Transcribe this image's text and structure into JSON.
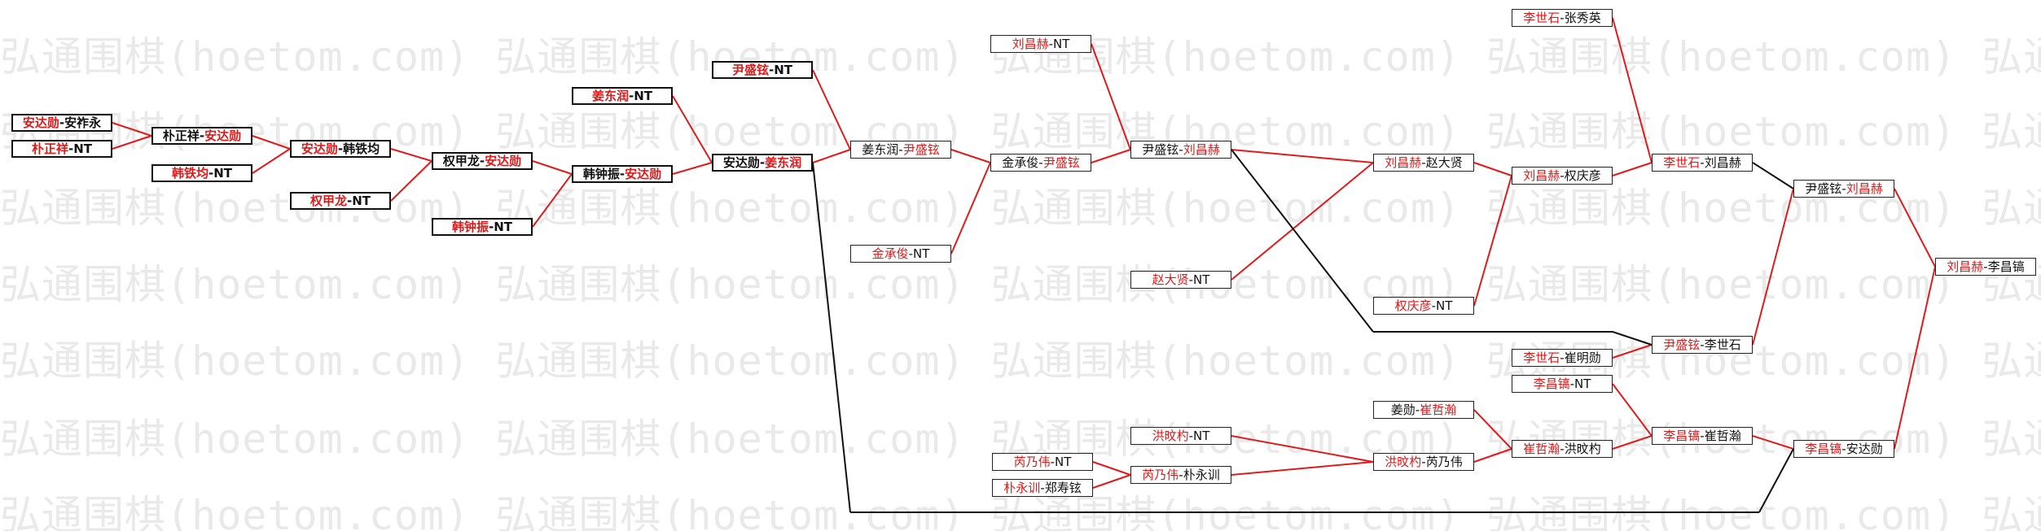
{
  "colors": {
    "winner": "#dd1a1a",
    "line_win": "#e01b1b",
    "line_other": "#111111"
  },
  "watermark": {
    "text": "弘通围棋(hoetom.com)"
  },
  "matches": [
    {
      "id": "n1",
      "a": "安达勋",
      "b": "安祚永",
      "w": "a"
    },
    {
      "id": "n2",
      "a": "朴正祥",
      "b": "NT",
      "w": "a"
    },
    {
      "id": "n3",
      "a": "朴正祥",
      "b": "安达勋",
      "w": "b"
    },
    {
      "id": "n4",
      "a": "安达勋",
      "b": "韩铁均",
      "w": "a"
    },
    {
      "id": "n5",
      "a": "韩铁均",
      "b": "NT",
      "w": "a"
    },
    {
      "id": "n6",
      "a": "权甲龙",
      "b": "NT",
      "w": "a"
    },
    {
      "id": "n7",
      "a": "权甲龙",
      "b": "安达勋",
      "w": "b"
    },
    {
      "id": "n8",
      "a": "韩钟振",
      "b": "NT",
      "w": "a"
    },
    {
      "id": "n9",
      "a": "韩钟振",
      "b": "安达勋",
      "w": "b"
    },
    {
      "id": "n10",
      "a": "姜东润",
      "b": "NT",
      "w": "a"
    },
    {
      "id": "n11",
      "a": "尹盛铉",
      "b": "NT",
      "w": "a"
    },
    {
      "id": "n12",
      "a": "安达勋",
      "b": "姜东润",
      "w": "b"
    },
    {
      "id": "n13",
      "a": "姜东润",
      "b": "尹盛铉",
      "w": "b"
    },
    {
      "id": "n14",
      "a": "金承俊",
      "b": "NT",
      "w": "a"
    },
    {
      "id": "n15",
      "a": "金承俊",
      "b": "尹盛铉",
      "w": "b"
    },
    {
      "id": "n16",
      "a": "刘昌赫",
      "b": "NT",
      "w": "a"
    },
    {
      "id": "n17",
      "a": "尹盛铉",
      "b": "刘昌赫",
      "w": "b"
    },
    {
      "id": "n18",
      "a": "赵大贤",
      "b": "NT",
      "w": "a"
    },
    {
      "id": "n19",
      "a": "刘昌赫",
      "b": "赵大贤",
      "w": "a"
    },
    {
      "id": "n20",
      "a": "权庆彦",
      "b": "NT",
      "w": "a"
    },
    {
      "id": "n21",
      "a": "刘昌赫",
      "b": "权庆彦",
      "w": "a"
    },
    {
      "id": "n22",
      "a": "李世石",
      "b": "张秀英",
      "w": "a"
    },
    {
      "id": "n23",
      "a": "李世石",
      "b": "刘昌赫",
      "w": "a"
    },
    {
      "id": "n24",
      "a": "李世石",
      "b": "崔明勋",
      "w": "a"
    },
    {
      "id": "n25",
      "a": "尹盛铉",
      "b": "李世石",
      "w": "a"
    },
    {
      "id": "n26",
      "a": "尹盛铉",
      "b": "刘昌赫",
      "w": "b"
    },
    {
      "id": "n27",
      "a": "刘昌赫",
      "b": "李昌镐",
      "w": "a"
    },
    {
      "id": "n28",
      "a": "李昌镐",
      "b": "NT",
      "w": "a"
    },
    {
      "id": "n29",
      "a": "姜勋",
      "b": "崔哲瀚",
      "w": "b"
    },
    {
      "id": "n30",
      "a": "洪旼杓",
      "b": "NT",
      "w": "a"
    },
    {
      "id": "n31",
      "a": "芮乃伟",
      "b": "NT",
      "w": "a"
    },
    {
      "id": "n32",
      "a": "朴永训",
      "b": "郑寿铉",
      "w": "a"
    },
    {
      "id": "n33",
      "a": "芮乃伟",
      "b": "朴永训",
      "w": "a"
    },
    {
      "id": "n34",
      "a": "洪旼杓",
      "b": "芮乃伟",
      "w": "a"
    },
    {
      "id": "n35",
      "a": "崔哲瀚",
      "b": "洪旼杓",
      "w": "a"
    },
    {
      "id": "n36",
      "a": "李昌镐",
      "b": "崔哲瀚",
      "w": "a"
    },
    {
      "id": "n37",
      "a": "李昌镐",
      "b": "安达勋",
      "w": "a"
    }
  ]
}
